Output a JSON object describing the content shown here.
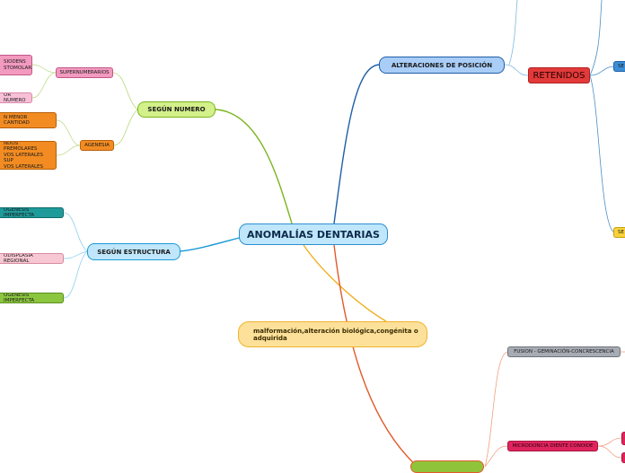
{
  "map": {
    "central": "ANOMALÍAS DENTARIAS",
    "definition": "malformación,alteración biológica,congénita o adquirida",
    "branches": {
      "numero": "SEGÚN NUMERO",
      "estructura": "SEGÚN ESTRUCTURA",
      "posicion": "ALTERACIONES DE POSICIÓN"
    },
    "numero_children": {
      "supernumerarios": "SUPERNUMERARIOS",
      "supernumerarios_leaf_1": "SIODENS\nSTOMOLAR",
      "supernumerarios_leaf_2": "OR NUMERO",
      "agenesia": "AGENESIA",
      "agenesia_leaf_1": "N MENOR CANTIDAD",
      "agenesia_leaf_2": "ROS MOLARES\nNDOS PREMOLARES\nVOS LATERALES SUP\nVOS LATERALES INF"
    },
    "estructura_children": {
      "leaf_1": "OGENESIS IMPERFECTA",
      "leaf_2": "ODISPLASIA REGIONAL",
      "leaf_3": "OGENESIS IMPERFECTA"
    },
    "posicion_children": {
      "retenidos": "RETENIDOS",
      "right_1": "SE",
      "right_2": "SE"
    },
    "forma_children": {
      "fusion": "FUSION - GEMINACIÓN-CONCRESCENCIA",
      "microdoncia": "MICRODONCIA DIENTE CONOIDE"
    }
  }
}
